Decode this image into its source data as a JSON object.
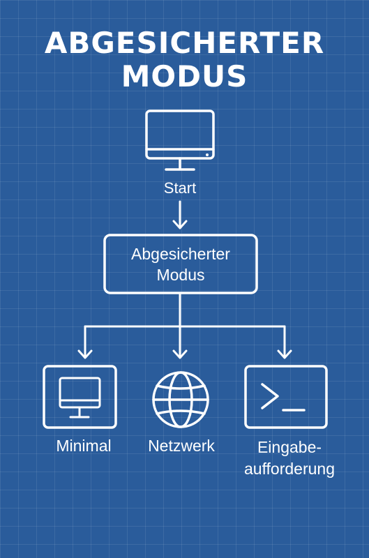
{
  "title": {
    "line1": "ABGESICHERTER",
    "line2": "MODUS"
  },
  "nodes": {
    "start": {
      "label": "Start",
      "icon": "monitor-icon"
    },
    "safe_mode": {
      "line1": "Abgesicherter",
      "line2": "Modus"
    },
    "minimal": {
      "label": "Minimal",
      "icon": "monitor-icon"
    },
    "network": {
      "label": "Netzwerk",
      "icon": "globe-icon"
    },
    "prompt": {
      "line1": "Eingabe-",
      "line2": "aufforderung",
      "icon": "terminal-icon"
    }
  },
  "colors": {
    "background": "#2a5c9b",
    "foreground": "#ffffff",
    "grid": "#4a78b0"
  }
}
